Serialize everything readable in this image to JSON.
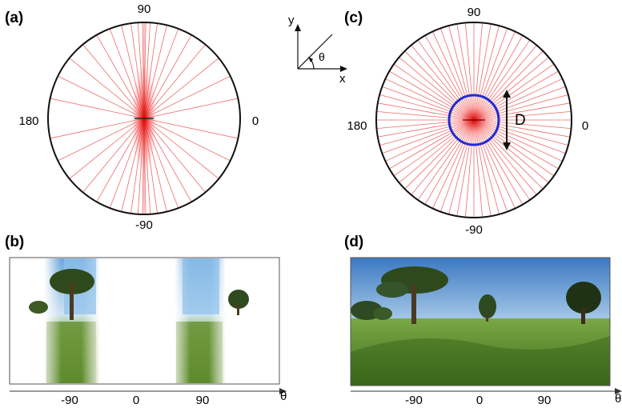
{
  "panels": {
    "a": {
      "label": "(a)",
      "tick_top": "90",
      "tick_bottom": "-90",
      "tick_left": "180",
      "tick_right": "0"
    },
    "b": {
      "label": "(b)",
      "ticks": [
        "-90",
        "0",
        "90"
      ],
      "axis_label": "θ"
    },
    "c": {
      "label": "(c)",
      "tick_top": "90",
      "tick_bottom": "-90",
      "tick_left": "180",
      "tick_right": "0",
      "diameter_label": "D"
    },
    "d": {
      "label": "(d)",
      "ticks": [
        "-90",
        "0",
        "90"
      ],
      "axis_label": "θ"
    }
  },
  "inset": {
    "y_label": "y",
    "x_label": "x",
    "angle_label": "θ"
  },
  "colors": {
    "ray": "#e53935",
    "ray_core": "#d40000",
    "circle": "#111111",
    "blue_ring": "#1f2bd6",
    "sky": "#4f8fd0",
    "grass": "#5f8f2e"
  }
}
